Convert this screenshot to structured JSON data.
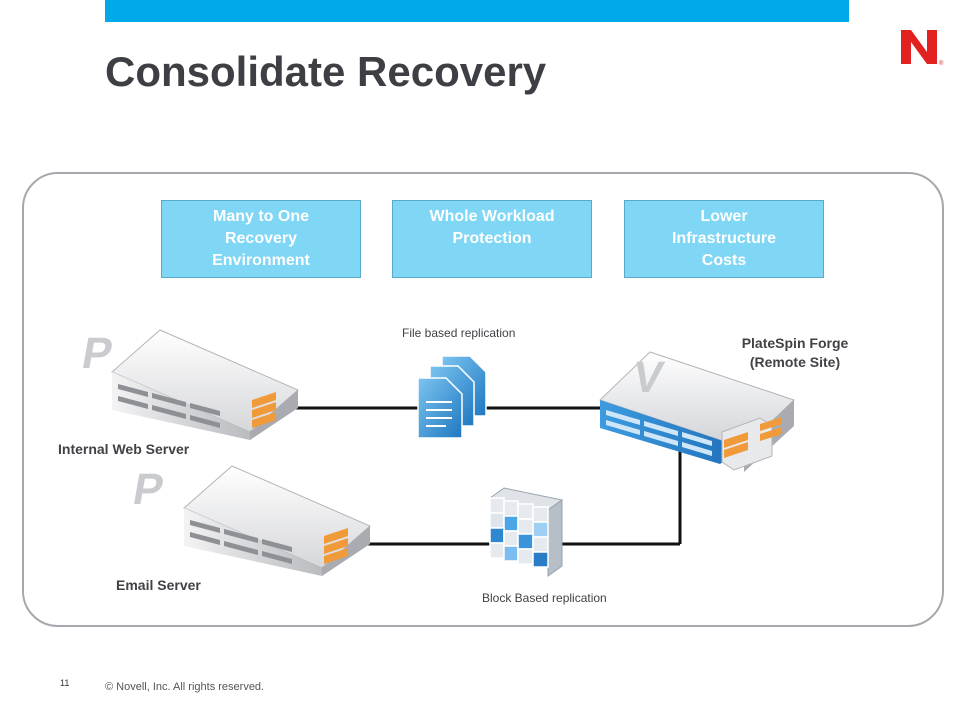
{
  "slide": {
    "title": "Consolidate Recovery",
    "page_number": "11",
    "copyright": "© Novell, Inc.  All rights reserved.",
    "logo_letter": "N",
    "accent_color": "#00a9e8",
    "brand_red": "#e1221f"
  },
  "benefits": [
    {
      "label": "Many to One Recovery Environment"
    },
    {
      "label": "Whole Workload Protection"
    },
    {
      "label": "Lower Infrastructure Costs"
    }
  ],
  "diagram": {
    "servers": [
      {
        "label": "Internal Web Server",
        "glyph": "P",
        "icon": "physical-server-icon"
      },
      {
        "label": "Email Server",
        "glyph": "P",
        "icon": "physical-server-icon"
      },
      {
        "label": "PlateSpin Forge (Remote Site)",
        "glyph": "V",
        "icon": "virtual-appliance-icon"
      }
    ],
    "replication": {
      "file_label": "File based replication",
      "file_icon": "documents-icon",
      "block_label": "Block Based replication",
      "block_icon": "block-grid-icon"
    }
  }
}
